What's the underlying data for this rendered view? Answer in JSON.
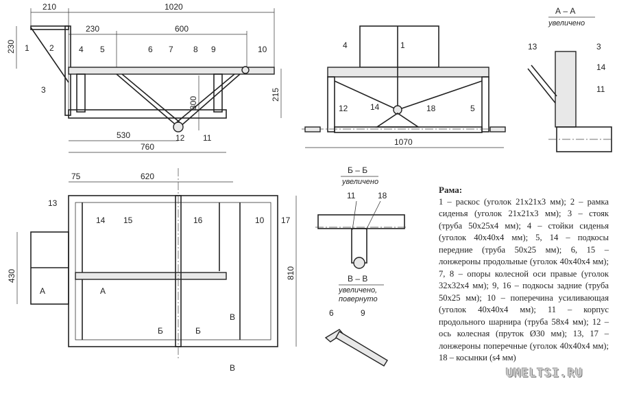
{
  "side_view": {
    "dims": [
      "210",
      "1020",
      "230",
      "600",
      "230",
      "300",
      "215",
      "530",
      "760"
    ],
    "labels": [
      "1",
      "2",
      "3",
      "4",
      "5",
      "6",
      "7",
      "8",
      "9",
      "10",
      "11",
      "12"
    ]
  },
  "front_view": {
    "dims": [
      "1070"
    ],
    "labels": [
      "4",
      "1",
      "14",
      "12",
      "18",
      "5"
    ]
  },
  "section_aa": {
    "title": "А – А",
    "subtitle": "увеличено",
    "labels": [
      "13",
      "3",
      "14",
      "11"
    ]
  },
  "plan_view": {
    "dims": [
      "75",
      "620",
      "430",
      "810"
    ],
    "labels": [
      "13",
      "14",
      "15",
      "16",
      "10",
      "17"
    ],
    "cut_marks": [
      "А",
      "А",
      "Б",
      "Б",
      "В",
      "В"
    ]
  },
  "section_bb": {
    "title": "Б – Б",
    "subtitle": "увеличено",
    "labels": [
      "11",
      "18"
    ]
  },
  "section_vv": {
    "title": "В – В",
    "subtitle1": "увеличено,",
    "subtitle2": "повернуто",
    "labels": [
      "6",
      "9"
    ]
  },
  "legend": {
    "title": "Рама:",
    "text": "1 – раскос (уголок 21х21х3 мм); 2 – рамка сиденья (уголок 21х21х3 мм); 3 – стояк (труба 50х25х4 мм); 4 – стойки сиденья (уголок 40х40х4 мм); 5, 14 – подкосы передние (труба 50х25 мм); 6, 15 – лонжероны продольные (уголок 40х40х4 мм); 7, 8 – опоры колесной оси правые (уголок 32х32х4 мм); 9, 16 – подкосы задние (труба 50х25 мм); 10 – поперечина усиливающая (уголок 40х40х4 мм); 11 – корпус продольного шарнира (труба 58х4 мм); 12 – ось колесная (пруток Ø30 мм); 13, 17 – лонжероны поперечные (уголок 40х40х4 мм); 18 – косынки (s4 мм)"
  },
  "watermark": "UMELTSI.RU"
}
